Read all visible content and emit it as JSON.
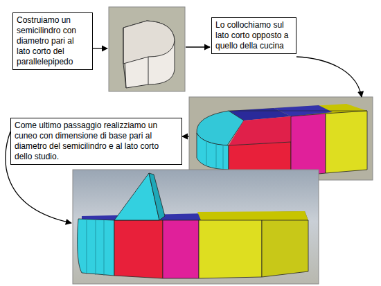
{
  "diagram": {
    "nodes": [
      {
        "text": [
          "Costruiamo un semicilindro con diametro pari al lato corto del parallelepipedo"
        ]
      },
      {
        "text": [
          "Lo collochiamo sul lato corto opposto a quello della cucina"
        ]
      },
      {
        "text": [
          "Come ultimo passaggio realizziamo un cuneo con dimensione di base pari al diametro del semicilindro e al lato corto dello studio."
        ]
      }
    ]
  }
}
